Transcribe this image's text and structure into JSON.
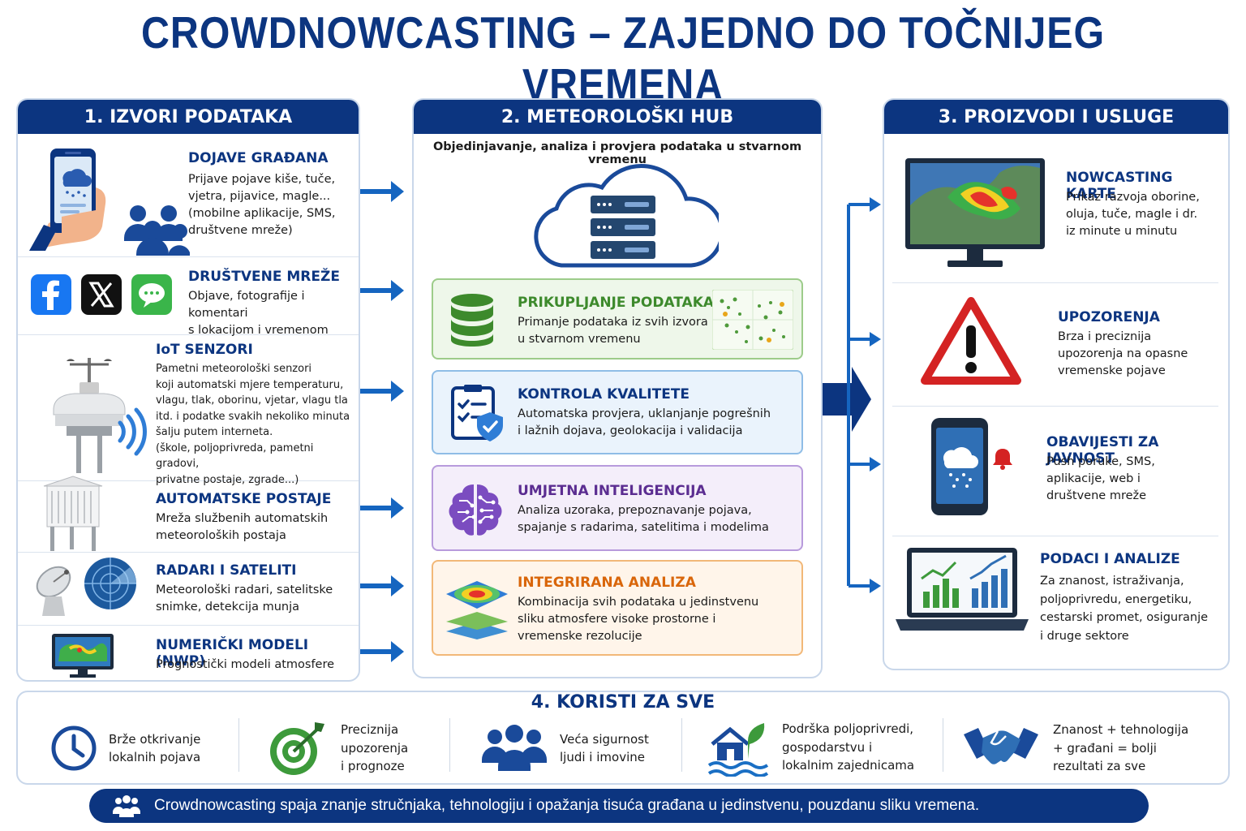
{
  "title": "CROWDNOWCASTING – ZAJEDNO DO TOČNIJEG VREMENA",
  "col1": {
    "header": "1. IZVORI PODATAKA",
    "items": [
      {
        "title": "DOJAVE GRAĐANA",
        "lines": [
          "Prijave pojave kiše, tuče,",
          "vjetra, pijavice, magle...",
          "(mobilne aplikacije, SMS,",
          "društvene mreže)"
        ]
      },
      {
        "title": "DRUŠTVENE MREŽE",
        "lines": [
          "Objave, fotografije i komentari",
          "s lokacijom i vremenom"
        ]
      },
      {
        "title": "IoT SENZORI",
        "lines": [
          "Pametni meteorološki senzori",
          "koji automatski mjere temperaturu,",
          "vlagu, tlak, oborinu, vjetar, vlagu tla",
          "itd. i podatke svakih nekoliko minuta",
          "šalju putem interneta.",
          "(škole, poljoprivreda, pametni gradovi,",
          "privatne postaje, zgrade...)"
        ]
      },
      {
        "title": "AUTOMATSKE POSTAJE",
        "lines": [
          "Mreža službenih automatskih",
          "meteoroloških postaja"
        ]
      },
      {
        "title": "RADARI I SATELITI",
        "lines": [
          "Meteorološki radari, satelitske",
          "snimke, detekcija munja"
        ]
      },
      {
        "title": "NUMERIČKI MODELI (NWP)",
        "lines": [
          "Prognostički modeli atmosfere"
        ]
      }
    ],
    "social_icons": [
      "facebook-icon",
      "x-icon",
      "chat-icon"
    ]
  },
  "col2": {
    "header": "2. METEOROLOŠKI HUB",
    "subtitle": "Objedinjavanje, analiza i provjera podataka u stvarnom vremenu",
    "cards": [
      {
        "title": "PRIKUPLJANJE PODATAKA",
        "lines": [
          "Primanje podataka iz svih izvora",
          "u stvarnom vremenu"
        ],
        "color": "#3d8a2c",
        "bg": "#eef7ea",
        "border": "#9dcc8a"
      },
      {
        "title": "KONTROLA KVALITETE",
        "lines": [
          "Automatska provjera, uklanjanje pogrešnih",
          "i lažnih dojava, geolokacija i validacija"
        ],
        "color": "#0c3580",
        "bg": "#eaf3fc",
        "border": "#8fbde6"
      },
      {
        "title": "UMJETNA INTELIGENCIJA",
        "lines": [
          "Analiza uzoraka, prepoznavanje pojava,",
          "spajanje s radarima, satelitima i modelima"
        ],
        "color": "#5b2d91",
        "bg": "#f4eefa",
        "border": "#b89bdc"
      },
      {
        "title": "INTEGRIRANA ANALIZA",
        "lines": [
          "Kombinacija svih podataka u jedinstvenu",
          "sliku atmosfere visoke prostorne i",
          "vremenske rezolucije"
        ],
        "color": "#d9660a",
        "bg": "#fff5ea",
        "border": "#f2b878"
      }
    ]
  },
  "col3": {
    "header": "3. PROIZVODI I USLUGE",
    "items": [
      {
        "title": "NOWCASTING KARTE",
        "lines": [
          "Prikaz razvoja oborine,",
          "oluja, tuče, magle i dr.",
          "iz minute u minutu"
        ]
      },
      {
        "title": "UPOZORENJA",
        "lines": [
          "Brza i preciznija",
          "upozorenja na opasne",
          "vremenske pojave"
        ]
      },
      {
        "title": "OBAVIJESTI ZA JAVNOST",
        "lines": [
          "Push poruke, SMS,",
          "aplikacije, web i",
          "društvene mreže"
        ]
      },
      {
        "title": "PODACI I ANALIZE",
        "lines": [
          "Za znanost, istraživanja,",
          "poljoprivredu, energetiku,",
          "cestarski promet, osiguranje",
          "i druge sektore"
        ]
      }
    ]
  },
  "benefits": {
    "header": "4. KORISTI ZA SVE",
    "items": [
      {
        "lines": [
          "Brže otkrivanje",
          "lokalnih pojava"
        ],
        "icon": "clock-icon"
      },
      {
        "lines": [
          "Preciznija",
          "upozorenja",
          "i prognoze"
        ],
        "icon": "target-icon"
      },
      {
        "lines": [
          "Veća sigurnost",
          "ljudi i imovine"
        ],
        "icon": "people-icon"
      },
      {
        "lines": [
          "Podrška poljoprivredi,",
          "gospodarstvu i",
          "lokalnim zajednicama"
        ],
        "icon": "house-plant-icon"
      },
      {
        "lines": [
          "Znanost + tehnologija",
          "+ građani = bolji",
          "rezultati za sve"
        ],
        "icon": "handshake-icon"
      }
    ]
  },
  "banner": "Crowdnowcasting spaja znanje stručnjaka, tehnologiju i opažanja tisuća građana u jedinstvenu, pouzdanu sliku vremena.",
  "colors": {
    "primary": "#0c3580",
    "arrow": "#1565c0"
  }
}
